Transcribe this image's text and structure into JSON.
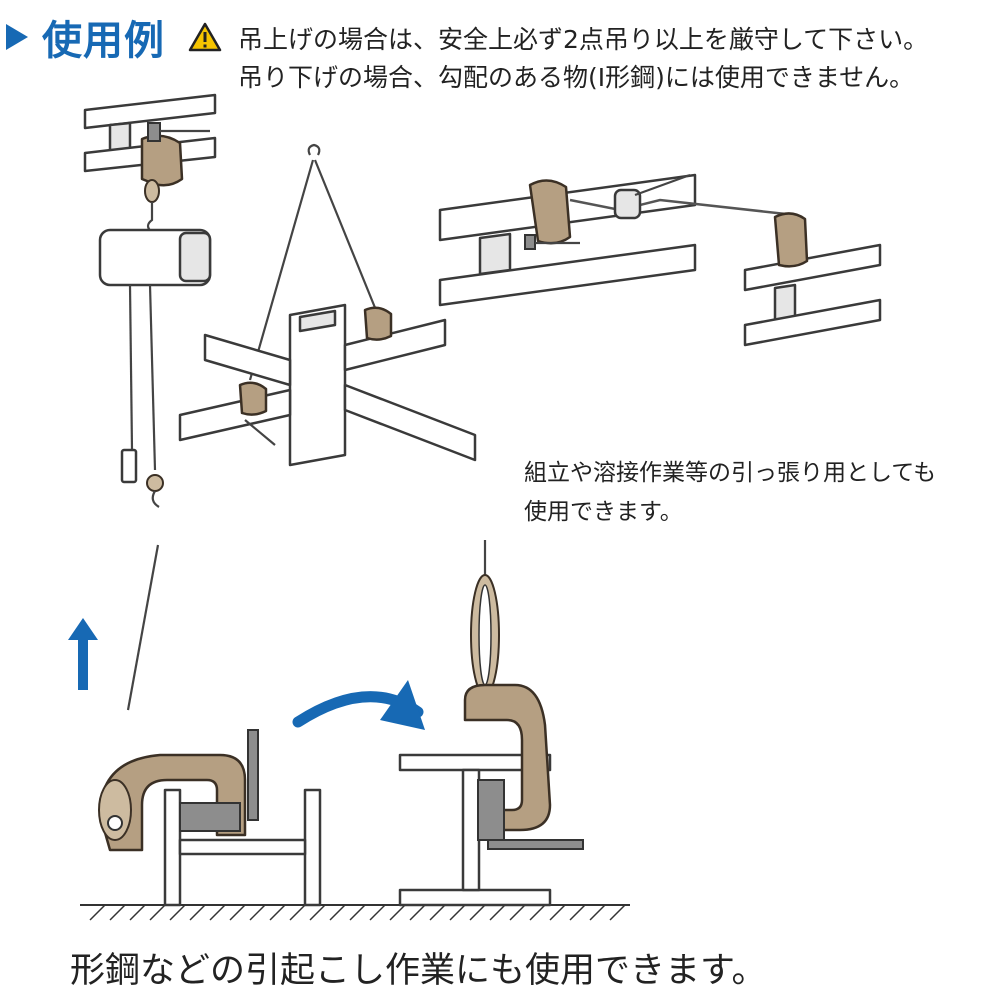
{
  "header": {
    "title": "使用例",
    "warning_line1": "吊上げの場合は、安全上必ず2点吊り以上を厳守して下さい。",
    "warning_line2": "吊り下げの場合、勾配のある物(I形鋼)には使用できません。"
  },
  "notes": {
    "pull_line1": "組立や溶接作業等の引っ張り用としても",
    "pull_line2": "使用できます。"
  },
  "footer": {
    "caption": "形鋼などの引起こし作業にも使用できます。"
  },
  "icons": {
    "title_marker": "triangle-play-icon",
    "warning": "warning-triangle-icon",
    "lift_arrow": "up-arrow-icon",
    "rotate_arrow": "curved-arrow-icon"
  },
  "colors": {
    "accent_blue": "#1769b4",
    "clamp_bronze": "#b59f82",
    "warning_yellow": "#f5c400"
  }
}
